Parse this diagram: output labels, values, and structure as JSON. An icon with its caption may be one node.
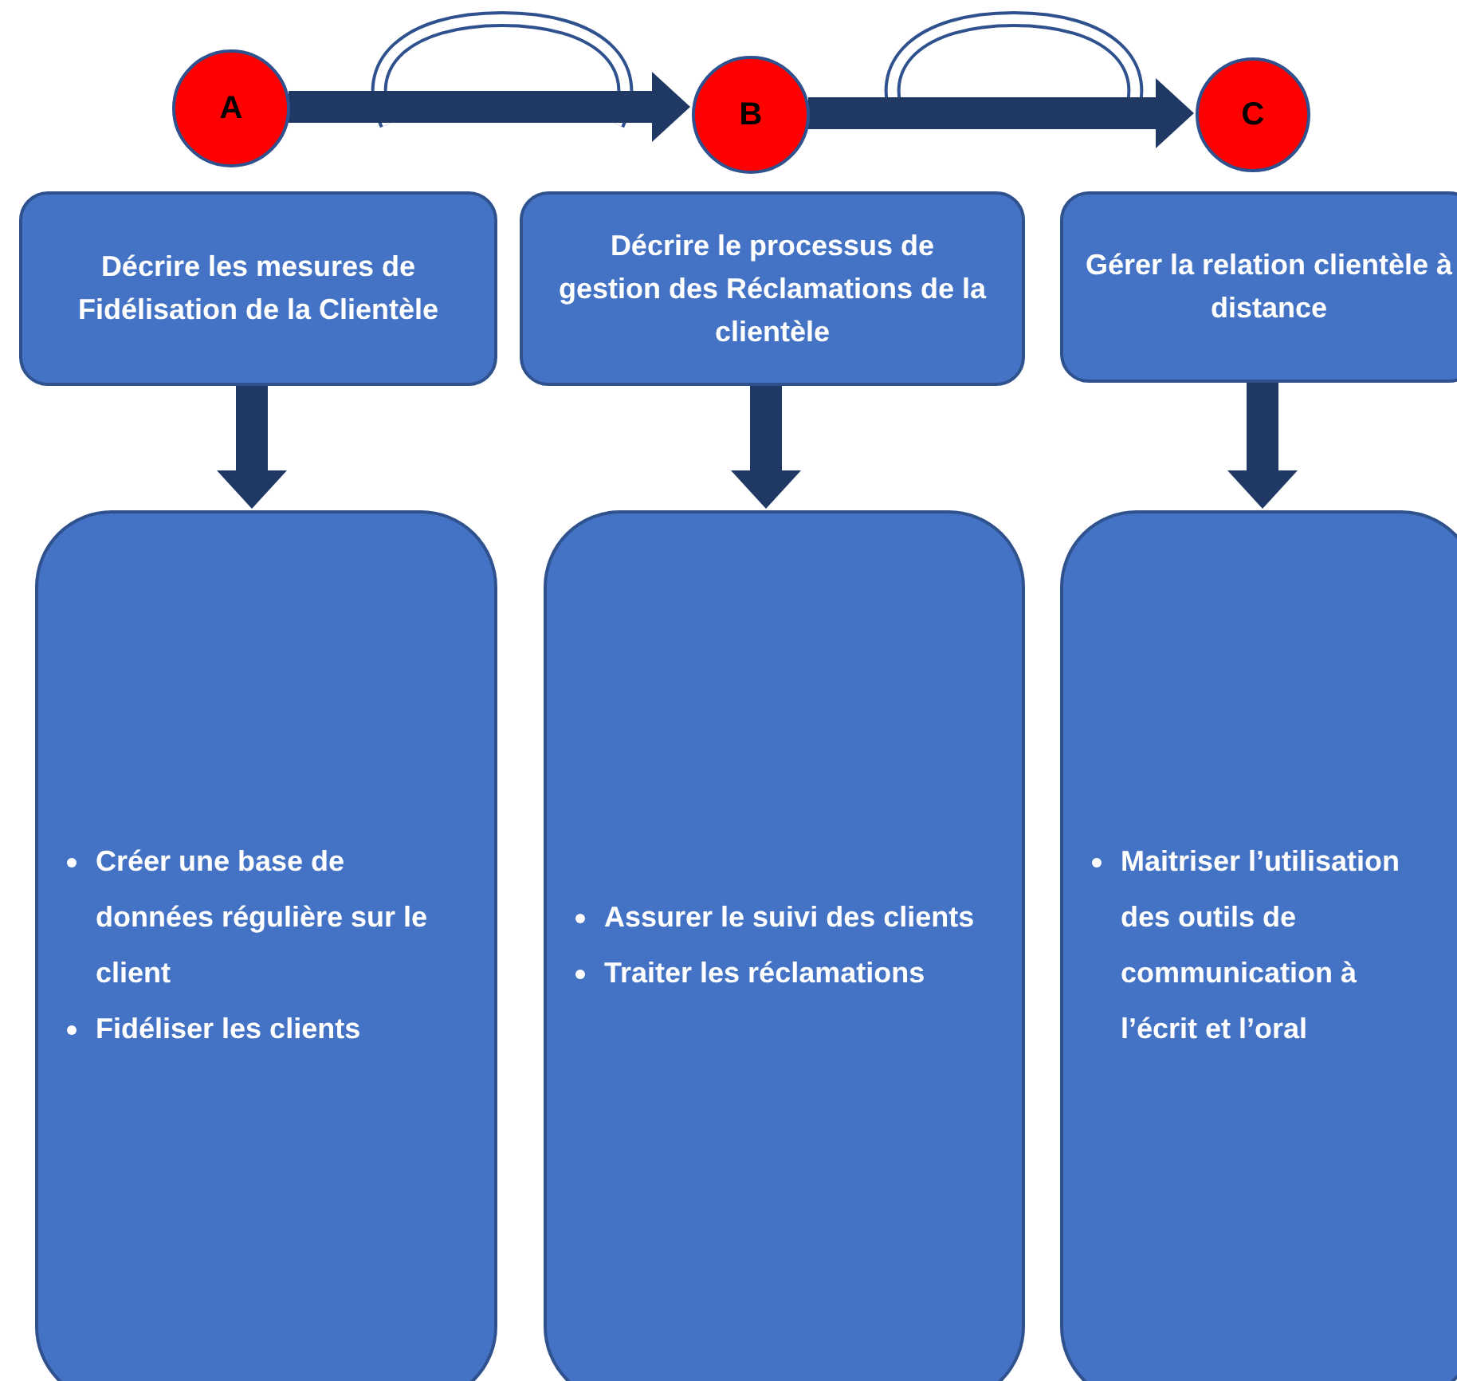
{
  "diagram": {
    "nodes": [
      {
        "text": [
          "A"
        ]
      },
      {
        "text": [
          "B"
        ]
      },
      {
        "text": [
          "C"
        ]
      },
      {
        "text": [
          "Décrire les mesures de Fidélisation de la Clientèle"
        ]
      },
      {
        "text": [
          "Décrire le processus de gestion des Réclamations de la clientèle"
        ]
      },
      {
        "text": [
          "Gérer la relation clientèle à distance"
        ]
      },
      {
        "text": [
          "Créer une base de données régulière sur le client",
          "Fidéliser les clients"
        ]
      },
      {
        "text": [
          "Assurer le suivi des clients",
          "Traiter les réclamations"
        ]
      },
      {
        "text": [
          "Maitriser l’utilisation des outils de communication à l’écrit et l’oral"
        ]
      }
    ],
    "edges": [
      {
        "from": 0,
        "to": 1,
        "arrow": "to"
      },
      {
        "from": 1,
        "to": 2,
        "arrow": "to"
      },
      {
        "from": 3,
        "to": 6,
        "arrow": "to"
      },
      {
        "from": 4,
        "to": 7,
        "arrow": "to"
      },
      {
        "from": 5,
        "to": 8,
        "arrow": "to"
      }
    ]
  }
}
